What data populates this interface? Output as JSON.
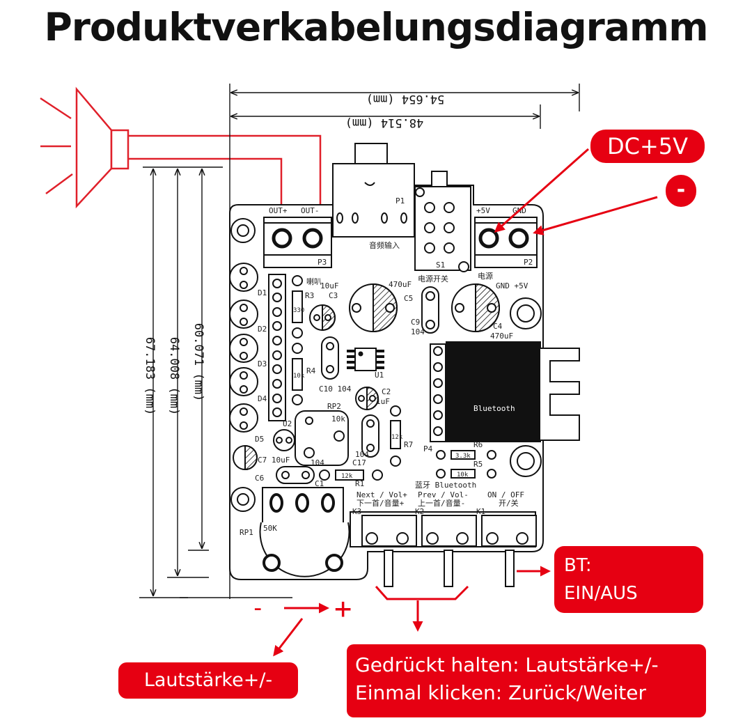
{
  "title": "Produktverkabelungsdiagramm",
  "colors": {
    "accent": "#e60012",
    "line": "#111111",
    "wire": "#e0202a"
  },
  "dimensions": {
    "width_outer": "54.654 (mm)",
    "width_inner": "48.514 (mm)",
    "height_a": "60.071 (mm)",
    "height_b": "64.008 (mm)",
    "height_c": "67.183 (mm)"
  },
  "board": {
    "p3": "P3",
    "out_plus": "OUT+",
    "out_minus": "OUT-",
    "p1": "P1",
    "audio_in": "音频输入",
    "s1": "S1",
    "power_switch": "电源开关",
    "p2": "P2",
    "plus5v": "+5V",
    "gnd": "GND",
    "power": "电源",
    "gnd_plus5v": "GND +5V",
    "speaker": "喇叭",
    "c3": "C3",
    "c3v": "10uF",
    "r3": "R3",
    "r3v": "330",
    "c5": "C5",
    "c5v": "470uF",
    "c9": "C9",
    "c9v": "104",
    "c4": "C4",
    "c4v": "470uF",
    "d1": "D1",
    "d2": "D2",
    "d3": "D3",
    "d4": "D4",
    "d5": "D5",
    "r4": "R4",
    "r4v": "10k",
    "u1": "U1",
    "c10": "C10 104",
    "c2": "C2",
    "c2v": "1uF",
    "bluetooth": "Bluetooth",
    "rp2": "RP2",
    "rp2v": "10k",
    "u2": "U2",
    "r7": "R7",
    "r7v": "12k",
    "c17": "C17",
    "c17v": "104",
    "p4": "P4",
    "r6": "R6",
    "r6v": "3.3k",
    "r5": "R5",
    "r5v": "10k",
    "c7": "C7 10uF",
    "c6": "C6",
    "c1": "C1",
    "c1v": "104",
    "r1": "R1",
    "r1v": "12k",
    "bt_cn": "蓝牙 Bluetooth",
    "k3": "K3",
    "k3l1": "下一首/音量+",
    "k3l2": "Next / Vol+",
    "k2": "K2",
    "k2l1": "上一首/音量-",
    "k2l2": "Prev / Vol-",
    "k1": "K1",
    "k1l1": "开/关",
    "k1l2": "ON / OFF",
    "rp1": "RP1",
    "rp1v": "50K"
  },
  "labels": {
    "dc": "DC+5V",
    "minus": "-",
    "bt_line1": "BT:",
    "bt_line2": "EIN/AUS",
    "volume": "Lautstärke+/-",
    "press_line1": "Gedrückt halten: Lautstärke+/-",
    "press_line2": "Einmal klicken: Zurück/Weiter",
    "knob_minus": "-",
    "knob_plus": "+"
  }
}
